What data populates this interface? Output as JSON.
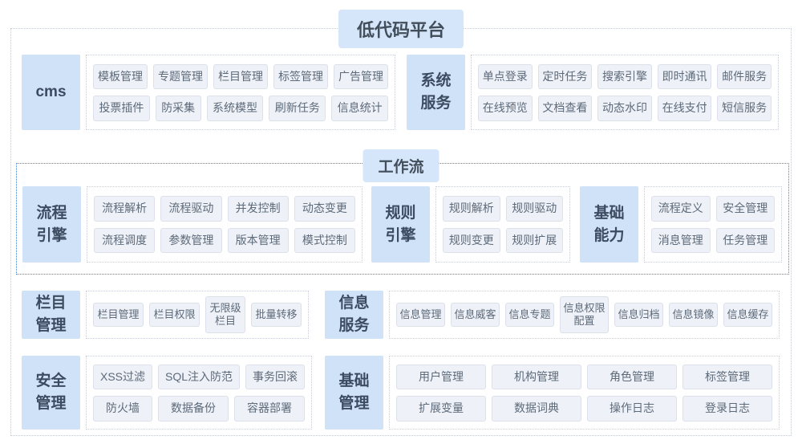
{
  "page_title": "低代码平台",
  "colors": {
    "outer_border": "#c6cbd4",
    "workflow_border": "#3f86e5",
    "title_bg": "#d5e5fa",
    "label_bg": "#d0e2f8",
    "label_text": "#3c4b60",
    "title_text": "#434e5b",
    "item_bg": "#eef1f7",
    "item_border": "#dbe0ea",
    "item_text": "#5d6a7a"
  },
  "sections": {
    "cms": {
      "label": "cms",
      "rows": [
        [
          "模板管理",
          "专题管理",
          "栏目管理",
          "标签管理",
          "广告管理"
        ],
        [
          "投票插件",
          "防采集",
          "系统模型",
          "刷新任务",
          "信息统计"
        ]
      ]
    },
    "system_services": {
      "label": "系统\n服务",
      "rows": [
        [
          "单点登录",
          "定时任务",
          "搜索引擎",
          "即时通讯",
          "邮件服务"
        ],
        [
          "在线预览",
          "文档查看",
          "动态水印",
          "在线支付",
          "短信服务"
        ]
      ]
    },
    "workflow": {
      "title": "工作流",
      "process_engine": {
        "label": "流程\n引擎",
        "rows": [
          [
            "流程解析",
            "流程驱动",
            "并发控制",
            "动态变更"
          ],
          [
            "流程调度",
            "参数管理",
            "版本管理",
            "模式控制"
          ]
        ]
      },
      "rule_engine": {
        "label": "规则\n引擎",
        "rows": [
          [
            "规则解析",
            "规则驱动"
          ],
          [
            "规则变更",
            "规则扩展"
          ]
        ]
      },
      "basic_capability": {
        "label": "基础\n能力",
        "rows": [
          [
            "流程定义",
            "安全管理"
          ],
          [
            "消息管理",
            "任务管理"
          ]
        ]
      }
    },
    "column_management": {
      "label": "栏目\n管理",
      "rows": [
        [
          "栏目管理",
          "栏目权限",
          "无限级\n栏目",
          "批量转移"
        ]
      ]
    },
    "info_services": {
      "label": "信息\n服务",
      "rows": [
        [
          "信息管理",
          "信息威客",
          "信息专题",
          "信息权限\n配置",
          "信息归档",
          "信息镜像",
          "信息缓存"
        ]
      ]
    },
    "security_management": {
      "label": "安全\n管理",
      "rows": [
        [
          "XSS过滤",
          "SQL注入防范",
          "事务回滚"
        ],
        [
          "防火墙",
          "数据备份",
          "容器部署"
        ]
      ]
    },
    "basic_management": {
      "label": "基础\n管理",
      "rows": [
        [
          "用户管理",
          "机构管理",
          "角色管理",
          "标签管理"
        ],
        [
          "扩展变量",
          "数据词典",
          "操作日志",
          "登录日志"
        ]
      ]
    }
  }
}
